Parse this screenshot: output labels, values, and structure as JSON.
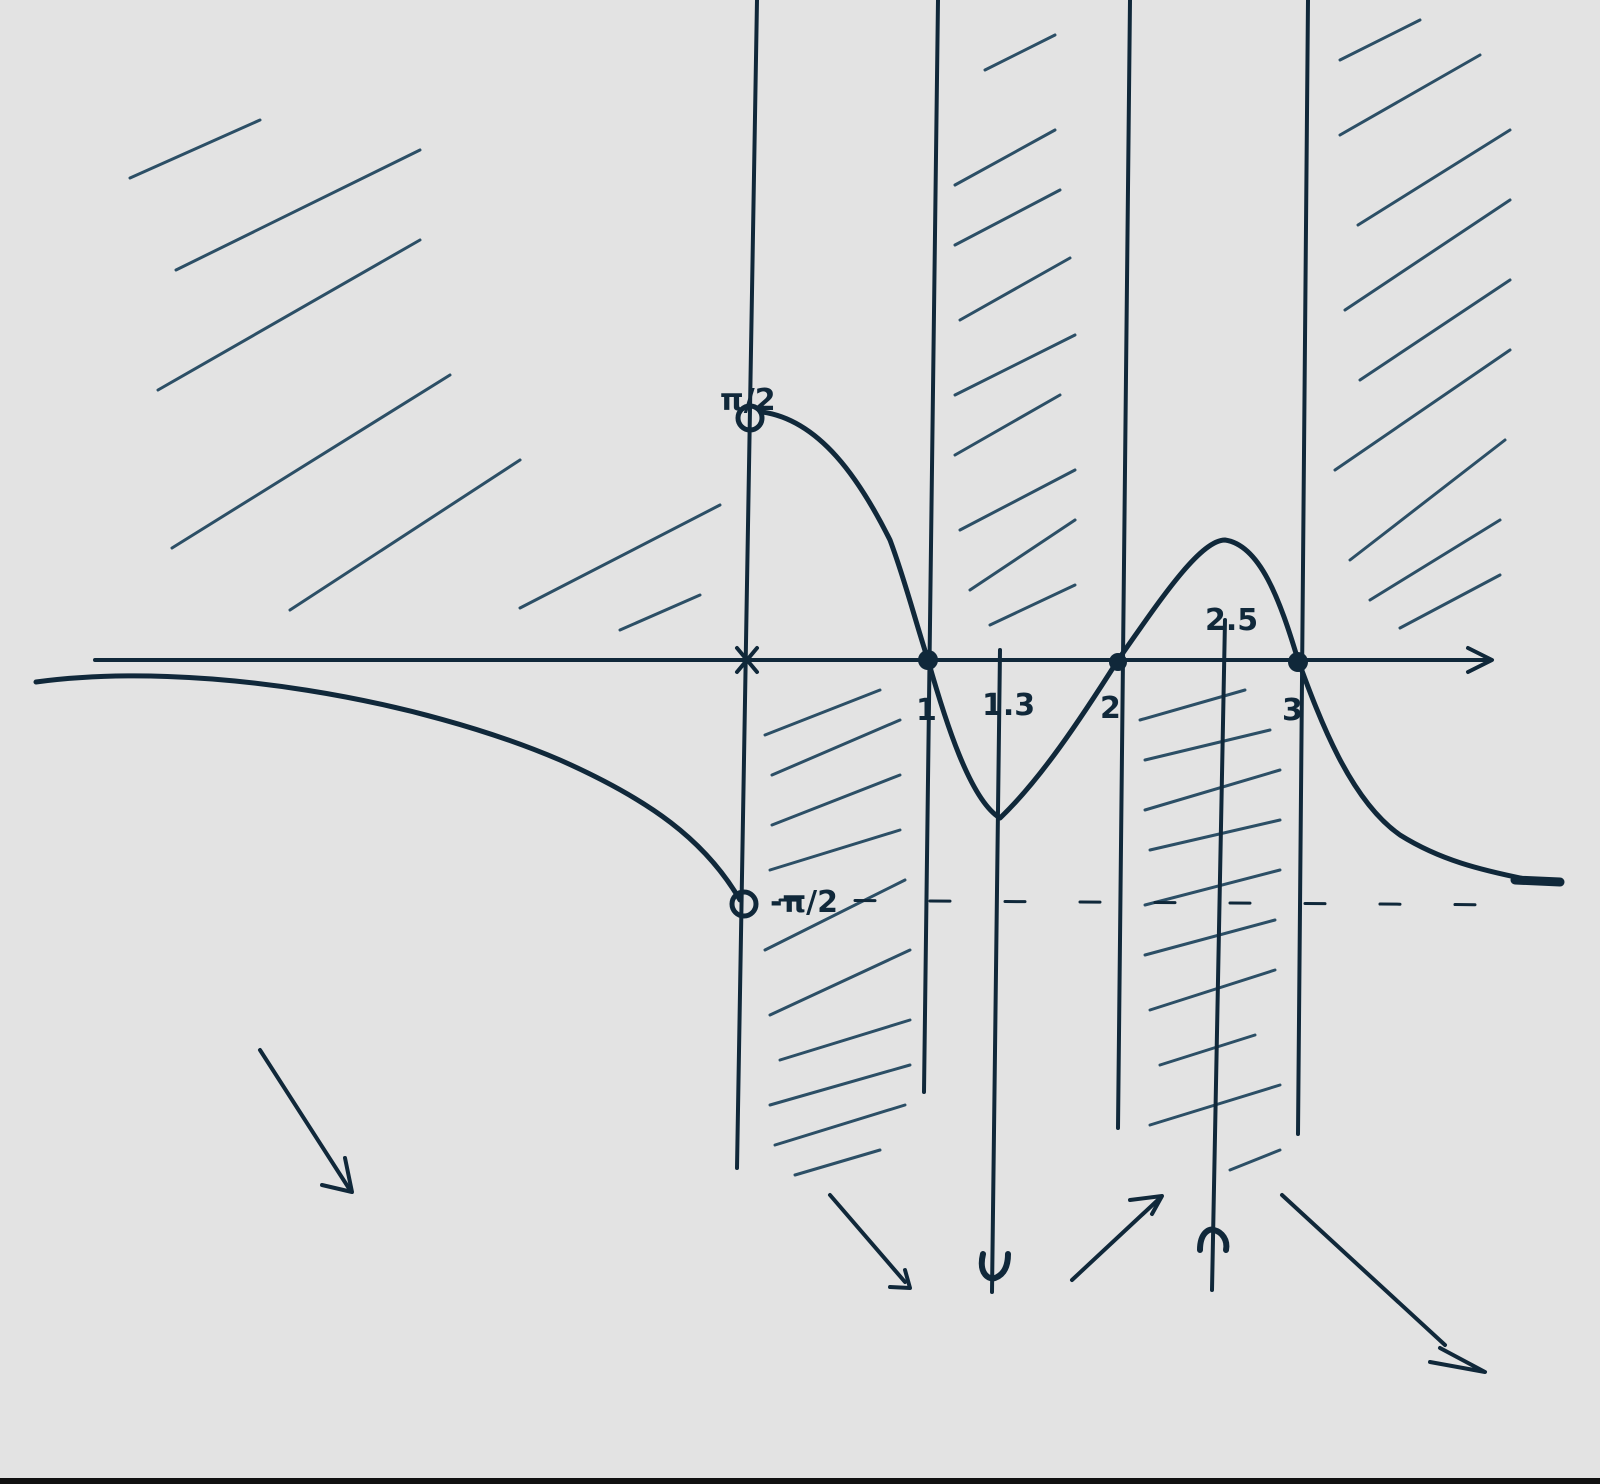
{
  "labels": {
    "pi_half_top": "π/2",
    "pi_half_bottom": "-π/2",
    "x1": "1",
    "x13": "1.3",
    "x2": "2",
    "x25": "2.5",
    "x3": "3"
  },
  "colors": {
    "ink": "#10283a",
    "hatch": "#2c4f66",
    "paper": "#e3e3e3"
  },
  "arrows_legend": [
    "decreasing",
    "decreasing",
    "minimum",
    "increasing",
    "maximum",
    "decreasing"
  ]
}
